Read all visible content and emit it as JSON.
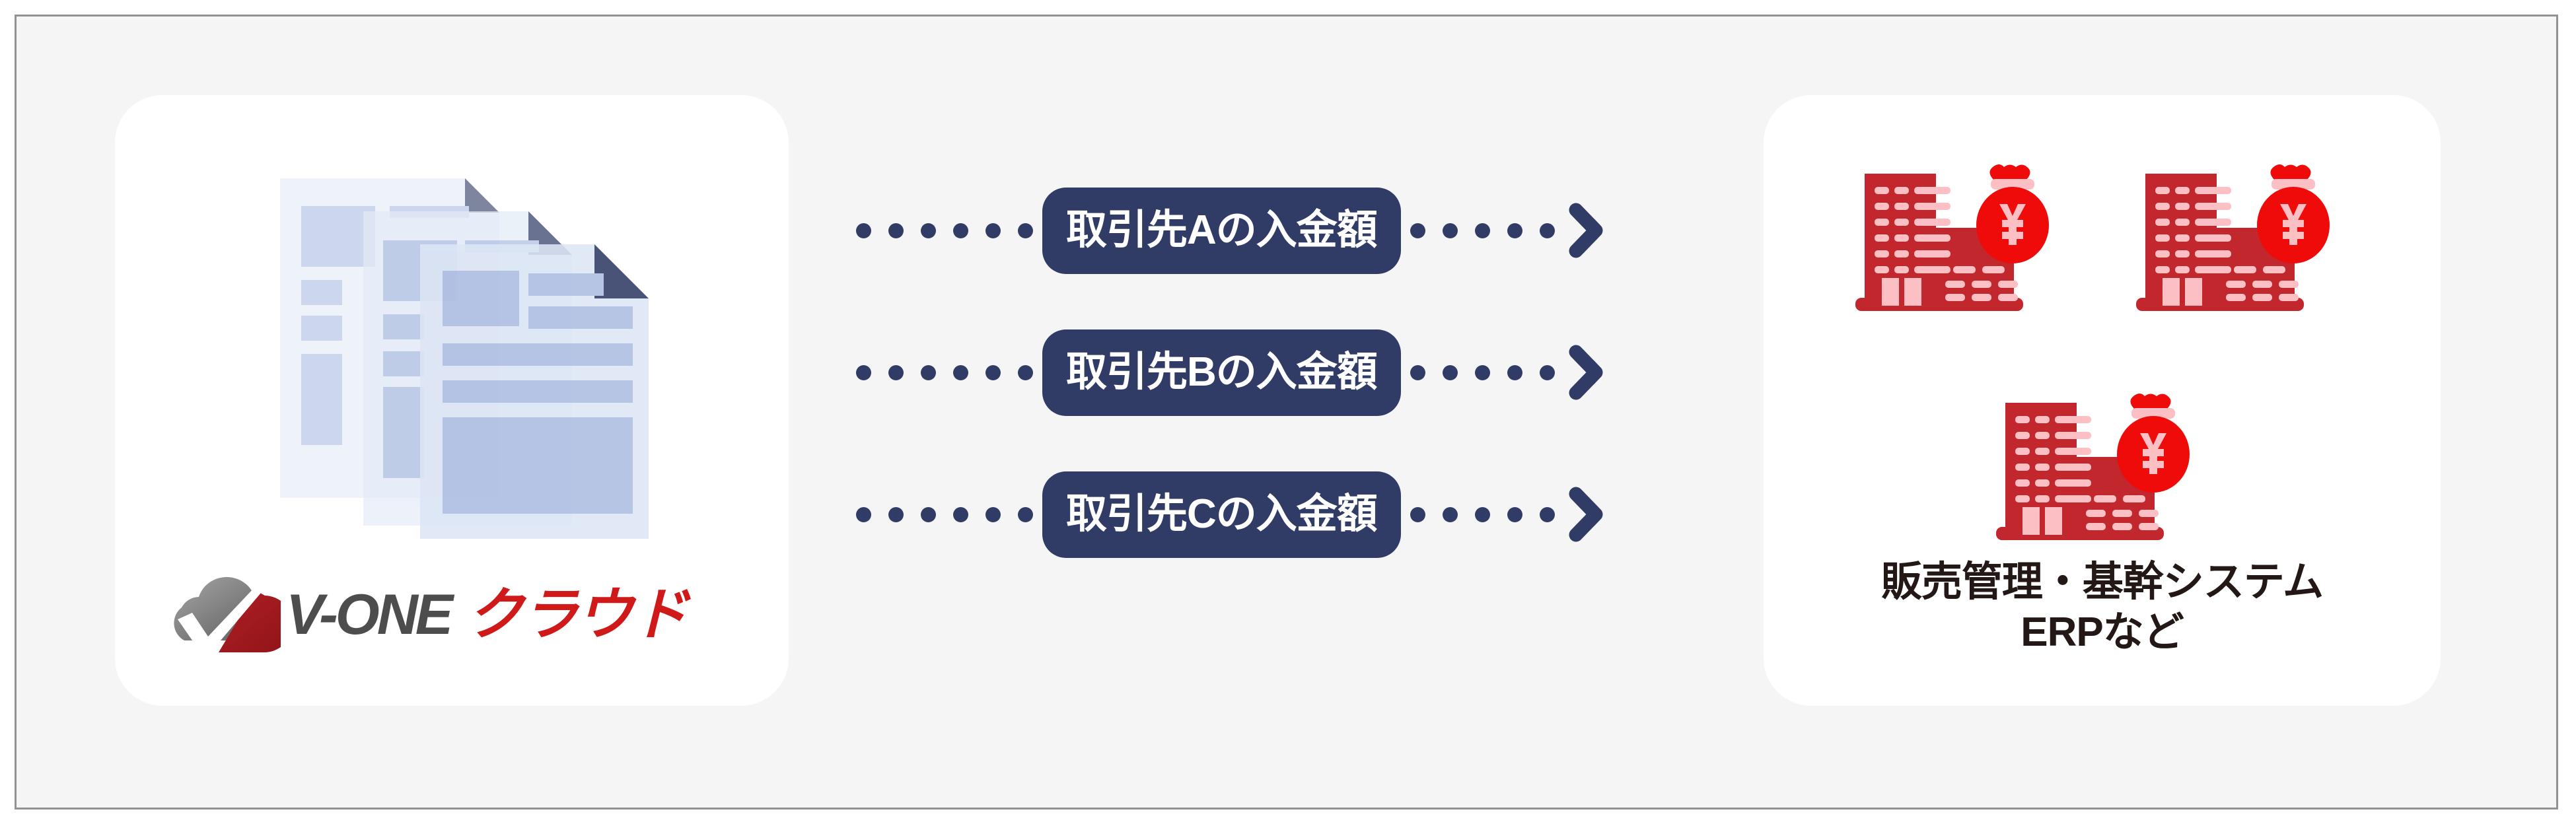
{
  "figure": {
    "title": "V-ONEクラウドから販売管理・基幹システムへの入金額連携図",
    "background_color": "#f5f5f5",
    "border_color": "#919191",
    "accent_navy": "#303c66",
    "accent_red_dark": "#c1272d",
    "accent_red_bright": "#f00b0b",
    "accent_pink": "#fbbfc4",
    "doc_blue_light": "#e4ecf8",
    "doc_blue_mid": "#aebee2",
    "doc_navy": "#303c66"
  },
  "source_card": {
    "doc_stack_icon": "documents-stack-icon",
    "doc_count": 3,
    "logo": {
      "mark_icon": "v-one-check-cloud-logo-mark",
      "wordmark_latin": "V-ONE",
      "wordmark_kana": "クラウド",
      "full_name": "V-ONEクラウド",
      "latin_color": "#4d4d4d",
      "kana_color": "#d01a1a"
    }
  },
  "flow": {
    "rows": [
      {
        "label": "取引先Aの入金額",
        "lead_dots": 6,
        "trail_dots": 5,
        "arrow_icon": "chevron-right-icon"
      },
      {
        "label": "取引先Bの入金額",
        "lead_dots": 6,
        "trail_dots": 5,
        "arrow_icon": "chevron-right-icon"
      },
      {
        "label": "取引先Cの入金額",
        "lead_dots": 6,
        "trail_dots": 5,
        "arrow_icon": "chevron-right-icon"
      }
    ]
  },
  "target_card": {
    "icons": [
      {
        "name": "company-building-with-yen-money-bag-icon",
        "currency_symbol": "¥"
      },
      {
        "name": "company-building-with-yen-money-bag-icon",
        "currency_symbol": "¥"
      },
      {
        "name": "company-building-with-yen-money-bag-icon",
        "currency_symbol": "¥"
      }
    ],
    "caption_line_1": "販売管理・基幹システム",
    "caption_line_2": "ERPなど",
    "caption_color": "#231815"
  }
}
